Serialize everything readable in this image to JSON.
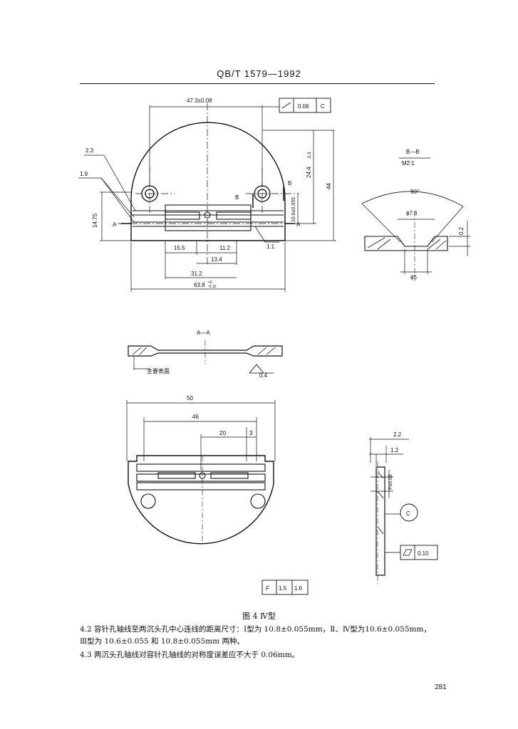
{
  "header": {
    "standard": "QB/T 1579—1992"
  },
  "top_view": {
    "dim_width_47": "47.3±0.08",
    "tolerance_flatness": "0.06",
    "datum_c": "C",
    "dim_23": "2.3",
    "dim_19": "1.9",
    "dim_1475": "14.75",
    "dim_155": "15.5",
    "dim_112": "11.2",
    "dim_134": "13.4",
    "dim_312": "31.2",
    "dim_total": "63.8",
    "dim_total_tol_upper": "+0",
    "dim_total_tol_lower": "-0.10",
    "dim_11": "1.1",
    "dim_244": "24.4",
    "dim_244_tol": "0.3",
    "dim_106": "10.6±0.055",
    "dim_44": "44",
    "section_a_left": "A",
    "section_a_right": "A",
    "section_b_left": "B",
    "section_b_right": "B"
  },
  "section_bb": {
    "title": "B—B",
    "scale": "M2:1",
    "angle": "90°",
    "dia_top": "ϕ7.6",
    "dia_bottom": "ϕ5",
    "depth": "0.2"
  },
  "section_aa": {
    "title": "A—A",
    "main_surface": "主要表面",
    "roughness": "0.4"
  },
  "bottom_view": {
    "dim_50": "50",
    "dim_46": "46",
    "dim_20": "20",
    "dim_3": "3"
  },
  "side_view": {
    "dim_22": "2.2",
    "dim_12": "1.2",
    "dim_f": "F±0.03",
    "datum_c": "C",
    "tolerance": "0.10"
  },
  "f_table": {
    "label": "F",
    "val1": "1.5",
    "val2": "1.6"
  },
  "caption": "图 4  Ⅳ型",
  "clause_42_num": "4.2",
  "clause_42_text": "容针孔轴线至两沉头孔中心连线的距离尺寸：Ⅰ型为 10.8±0.055mm，Ⅱ、Ⅳ型为10.6±0.055mm，Ⅲ型为 10.6±0.055 和 10.8±0.055mm 两种。",
  "clause_43_num": "4.3",
  "clause_43_text": "两沉头孔轴线对容针孔轴线的对称度误差应不大于 0.06mm。",
  "page_number": "281"
}
